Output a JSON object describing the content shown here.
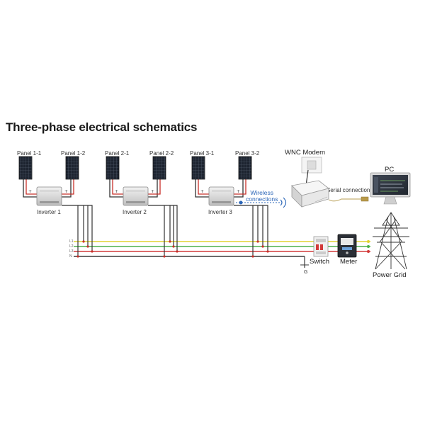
{
  "title": "Three-phase electrical schematics",
  "panels": [
    "Panel 1-1",
    "Panel 1-2",
    "Panel 2-1",
    "Panel 2-2",
    "Panel 3-1",
    "Panel 3-2"
  ],
  "inverters": [
    "Inverter 1",
    "Inverter 2",
    "Inverter 3"
  ],
  "wireless": {
    "line1": "Wireless",
    "line2": "connections"
  },
  "modem": "WNC Modem",
  "pc": "PC",
  "serial": "Serial connection",
  "switch": "Switch",
  "meter": "Meter",
  "grid": "Power Grid",
  "ground": "G",
  "bus_labels": [
    "L1",
    "L2",
    "L3",
    "N"
  ],
  "colors": {
    "l1": "#e0d230",
    "l2": "#4bb04b",
    "l3": "#d23a3a",
    "neutral": "#3a3a3a",
    "dc_red": "#c8302a",
    "accent_blue": "#2b66b8"
  }
}
